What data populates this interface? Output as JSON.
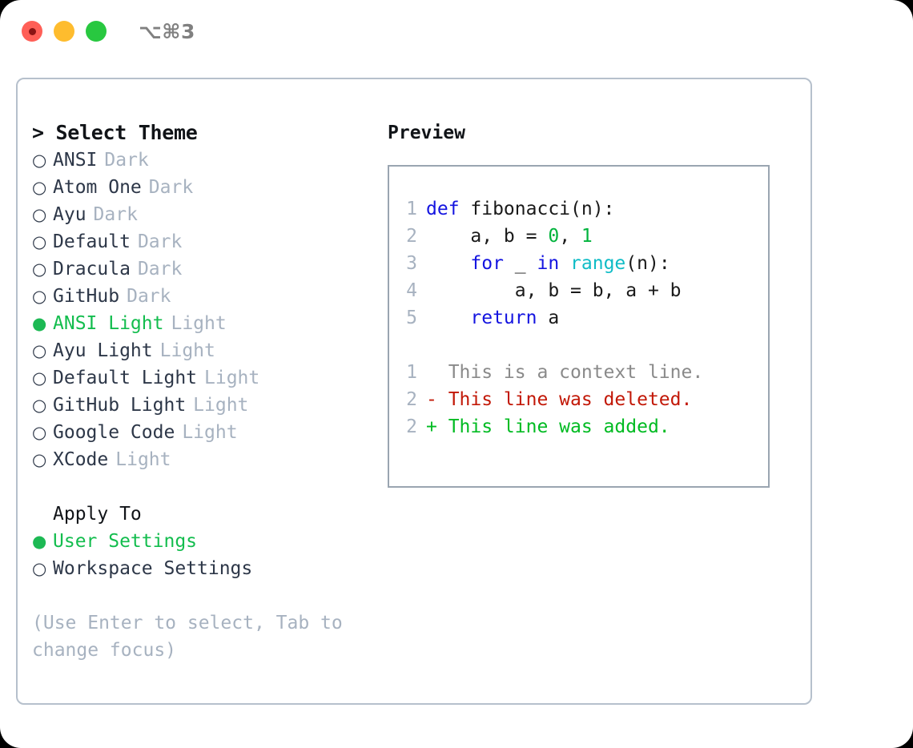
{
  "titlebar": {
    "traffic_lights": [
      {
        "name": "close-button",
        "color": "#ff5f57"
      },
      {
        "name": "minimize-button",
        "color": "#febc2e"
      },
      {
        "name": "maximize-button",
        "color": "#28c840"
      }
    ],
    "shortcut": "⌥⌘3"
  },
  "colors": {
    "accent_green": "#13bd4e",
    "muted": "#a7b2c0",
    "text": "#2d3748",
    "border": "#b6c0cc",
    "preview_border": "#9aa5b1",
    "keyword_blue": "#1414e0",
    "function_cyan": "#0fbcc6",
    "number_green": "#00b33c",
    "diff_delete_red": "#c21807",
    "diff_add_green": "#00bb22"
  },
  "left_panel": {
    "title": "> Select Theme",
    "themes": [
      {
        "bullet": "○",
        "name": "ANSI",
        "badge": "Dark",
        "selected": false
      },
      {
        "bullet": "○",
        "name": "Atom One",
        "badge": "Dark",
        "selected": false
      },
      {
        "bullet": "○",
        "name": "Ayu",
        "badge": "Dark",
        "selected": false
      },
      {
        "bullet": "○",
        "name": "Default",
        "badge": "Dark",
        "selected": false
      },
      {
        "bullet": "○",
        "name": "Dracula",
        "badge": "Dark",
        "selected": false
      },
      {
        "bullet": "○",
        "name": "GitHub",
        "badge": "Dark",
        "selected": false
      },
      {
        "bullet": "●",
        "name": "ANSI Light",
        "badge": "Light",
        "selected": true
      },
      {
        "bullet": "○",
        "name": "Ayu Light",
        "badge": "Light",
        "selected": false
      },
      {
        "bullet": "○",
        "name": "Default Light",
        "badge": "Light",
        "selected": false
      },
      {
        "bullet": "○",
        "name": "GitHub Light",
        "badge": "Light",
        "selected": false
      },
      {
        "bullet": "○",
        "name": "Google Code",
        "badge": "Light",
        "selected": false
      },
      {
        "bullet": "○",
        "name": "XCode",
        "badge": "Light",
        "selected": false
      }
    ],
    "apply_to_heading": "Apply To",
    "apply_to_options": [
      {
        "bullet": "●",
        "name": "User Settings",
        "badge": "",
        "selected": true
      },
      {
        "bullet": "○",
        "name": "Workspace Settings",
        "badge": "",
        "selected": false
      }
    ],
    "hint": "(Use Enter to select, Tab to change focus)"
  },
  "right_panel": {
    "title": "Preview",
    "code_lines": [
      {
        "no": "1",
        "tokens": [
          {
            "t": "def",
            "c": "tok-kw"
          },
          {
            "t": " fibonacci(n):",
            "c": "tok-id"
          }
        ]
      },
      {
        "no": "2",
        "tokens": [
          {
            "t": "    a, b = ",
            "c": "tok-id"
          },
          {
            "t": "0",
            "c": "tok-num"
          },
          {
            "t": ", ",
            "c": "tok-id"
          },
          {
            "t": "1",
            "c": "tok-num"
          }
        ]
      },
      {
        "no": "3",
        "tokens": [
          {
            "t": "    ",
            "c": "tok-id"
          },
          {
            "t": "for",
            "c": "tok-kw"
          },
          {
            "t": " _ ",
            "c": "tok-id"
          },
          {
            "t": "in",
            "c": "tok-kw"
          },
          {
            "t": " ",
            "c": "tok-id"
          },
          {
            "t": "range",
            "c": "tok-fn"
          },
          {
            "t": "(n):",
            "c": "tok-id"
          }
        ]
      },
      {
        "no": "4",
        "tokens": [
          {
            "t": "        a, b = b, a + b",
            "c": "tok-id"
          }
        ]
      },
      {
        "no": "5",
        "tokens": [
          {
            "t": "    ",
            "c": "tok-id"
          },
          {
            "t": "return",
            "c": "tok-kw"
          },
          {
            "t": " a",
            "c": "tok-id"
          }
        ]
      }
    ],
    "diff_lines": [
      {
        "no": "1",
        "text": "  This is a context line.",
        "kind": "diff-ctx"
      },
      {
        "no": "2",
        "text": "- This line was deleted.",
        "kind": "diff-del"
      },
      {
        "no": "2",
        "text": "+ This line was added.",
        "kind": "diff-add"
      }
    ]
  }
}
